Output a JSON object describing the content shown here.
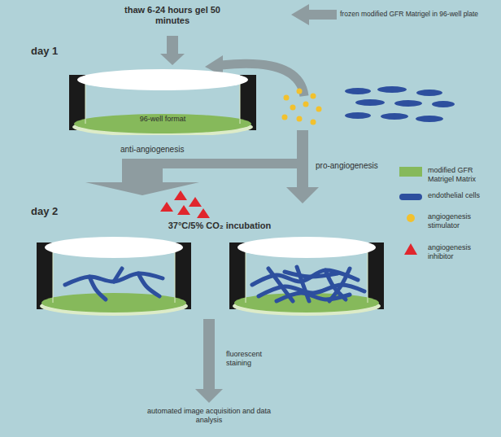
{
  "diagram": {
    "nodes": [
      {
        "text": [
          "96-well format"
        ]
      }
    ],
    "labels": [
      "thaw 6-24 hours gel 50 minutes",
      "frozen modified GFR Matrigel in 96-well plate",
      "day 1",
      "anti-angiogenesis",
      "pro-angiogenesis",
      "day 2",
      "37°C/5% CO₂ incubation",
      "fluorescent staining",
      "automated image acquisition and data analysis"
    ],
    "legend": [
      {
        "text": "modified GFR Matrigel Matrix",
        "color": "#86b95b"
      },
      {
        "text": "endothelial cells",
        "color": "#2d4f9e"
      },
      {
        "text": "angiogenesis stimulator",
        "color": "#f2c12e"
      },
      {
        "text": "angiogenesis inhibitor",
        "color": "#e0262d"
      }
    ]
  }
}
